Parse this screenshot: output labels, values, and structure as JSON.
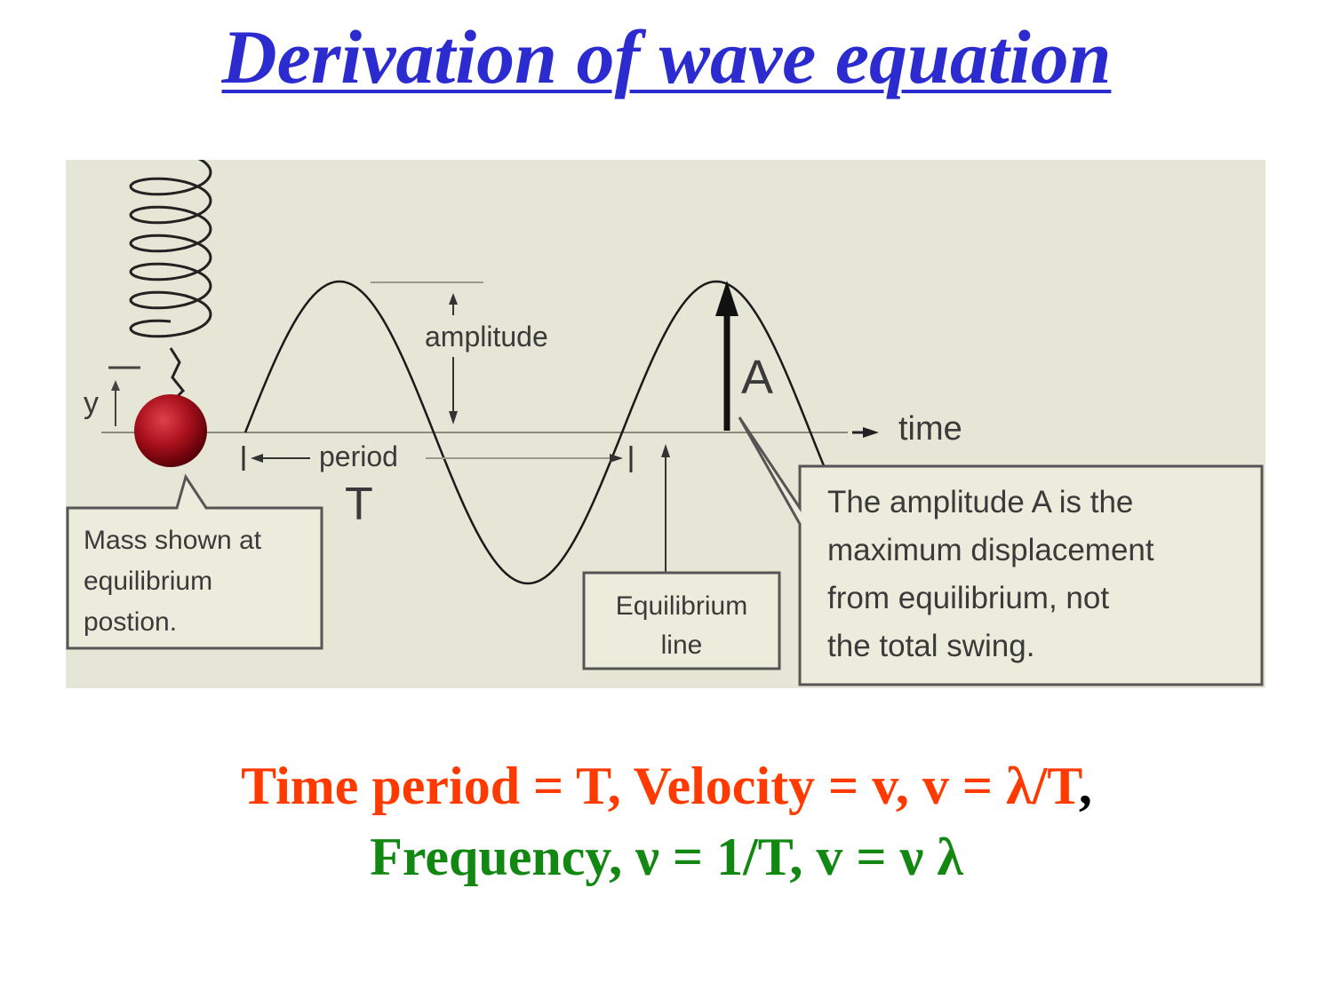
{
  "title": "Derivation of wave equation",
  "diagram": {
    "amplitude_label": "amplitude",
    "A_label": "A",
    "time_label": "time",
    "period_label": "period",
    "T_label": "T",
    "y_label": "y",
    "mass_callout": [
      "Mass shown at",
      "equilibrium",
      "postion."
    ],
    "equilibrium_callout": [
      "Equilibrium",
      "line"
    ],
    "amplitude_callout": [
      "The amplitude A is the",
      "maximum displacement",
      "from equilibrium, not",
      "the total swing."
    ]
  },
  "caption": {
    "line1_red": "Time period = T, Velocity = v, v = λ/T",
    "line1_black": ",",
    "line2_green": "Frequency, ν = 1/T, v = ν λ"
  },
  "colors": {
    "title": "#2b2bcf",
    "diagram_bg": "#e6e6d6",
    "red": "#ff3a00",
    "green": "#128812"
  }
}
